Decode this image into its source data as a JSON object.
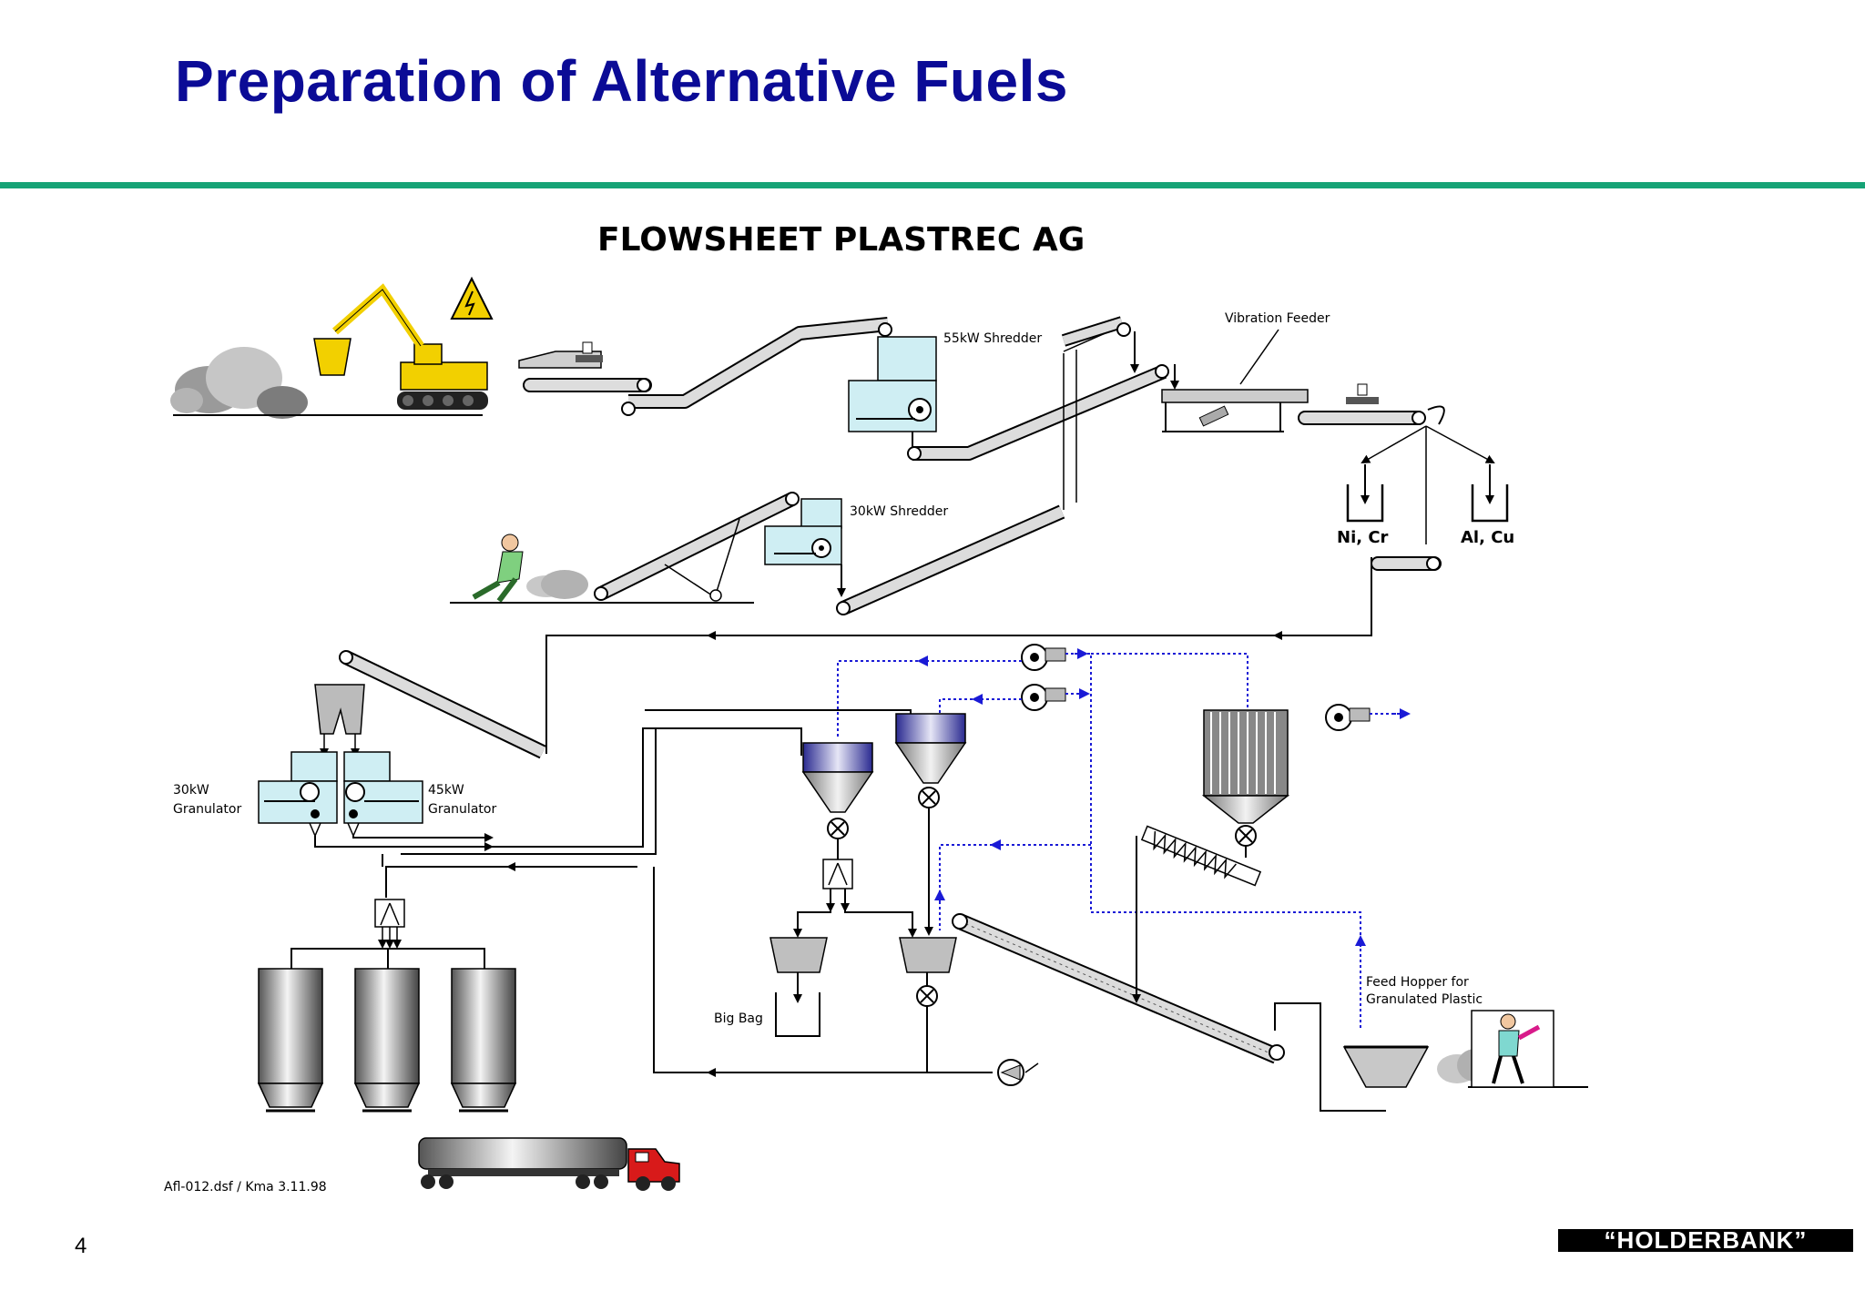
{
  "slide": {
    "title": "Preparation of Alternative Fuels",
    "page_number": "4",
    "logo_text": "“HOLDERBANK”",
    "accent_color": "#16a376",
    "title_color": "#0b0b96"
  },
  "diagram": {
    "heading": "FLOWSHEET  PLASTREC AG",
    "labels": {
      "shredder_55": "55kW Shredder",
      "shredder_30": "30kW Shredder",
      "vibration_feeder": "Vibration Feeder",
      "ni_cr": "Ni, Cr",
      "al_cu": "Al, Cu",
      "granulator_30_power": "30kW",
      "granulator_30_name": "Granulator",
      "granulator_45_power": "45kW",
      "granulator_45_name": "Granulator",
      "big_bag": "Big Bag",
      "feed_hopper_1": "Feed Hopper for",
      "feed_hopper_2": "Granulated Plastic",
      "footer_ref": "Afl-012.dsf  /  Kma 3.11.98"
    },
    "colors": {
      "air_line": "#1a1ad6",
      "excavator": "#f2d000",
      "truck_cab": "#d81a1a",
      "equipment_fill": "#cfeef3"
    }
  }
}
